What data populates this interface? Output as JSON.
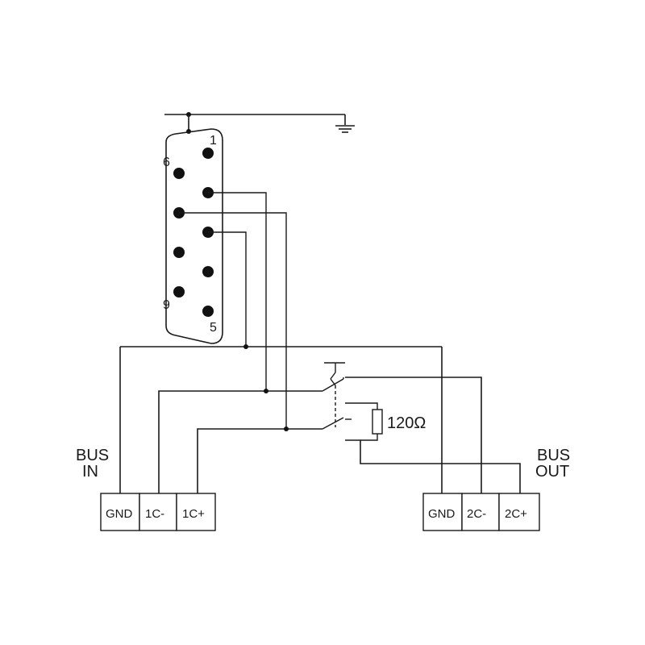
{
  "connector": {
    "pin_labels": {
      "p1": "1",
      "p5": "5",
      "p6": "6",
      "p9": "9"
    }
  },
  "resistor": {
    "label": "120Ω"
  },
  "bus_in": {
    "label_line1": "BUS",
    "label_line2": "IN",
    "terminals": [
      "GND",
      "1C-",
      "1C+"
    ]
  },
  "bus_out": {
    "label_line1": "BUS",
    "label_line2": "OUT",
    "terminals": [
      "GND",
      "2C-",
      "2C+"
    ]
  }
}
